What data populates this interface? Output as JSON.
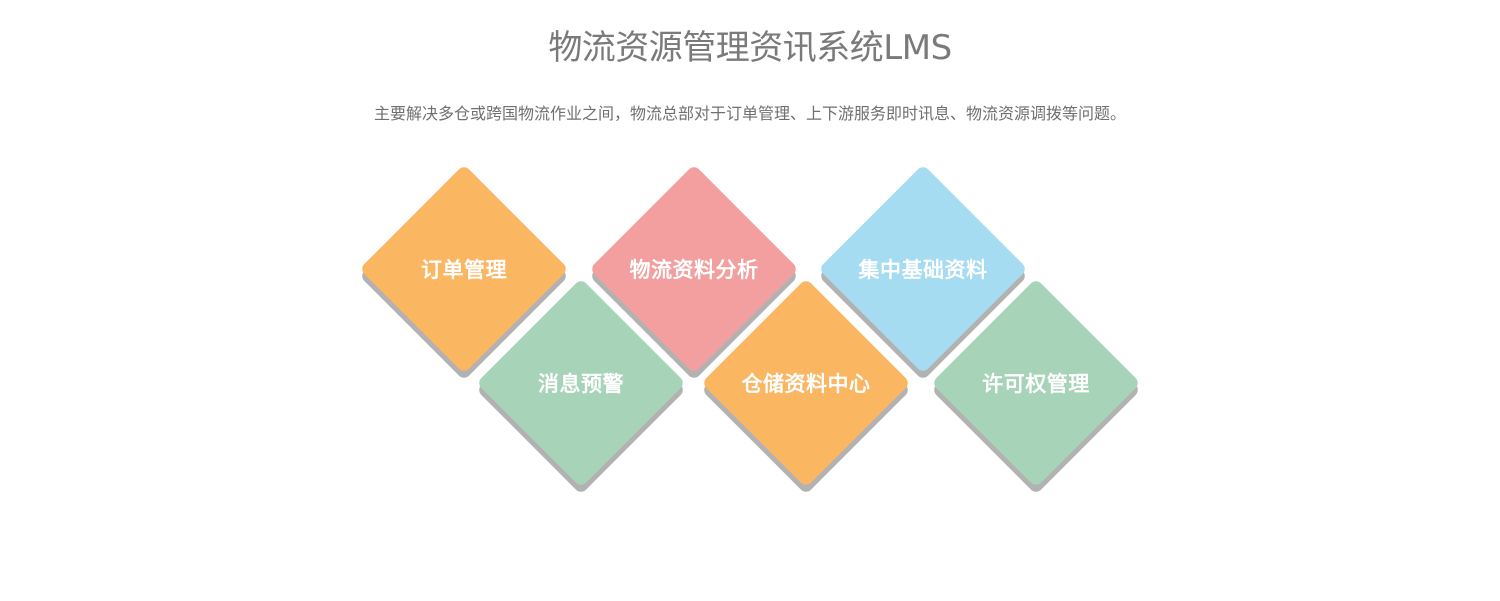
{
  "header": {
    "title": "物流资源管理资讯系统LMS",
    "subtitle": "主要解决多仓或跨国物流作业之间，物流总部对于订单管理、上下游服务即时讯息、物流资源调拨等问题。"
  },
  "colors": {
    "orange": "#fbb661",
    "pink": "#f39f9f",
    "blue": "#a5dcf1",
    "green": "#a7d3b8",
    "shadow": "#b2b2b2",
    "title_text": "#7a7a7a"
  },
  "modules": [
    {
      "label": "订单管理",
      "color": "#fbb661",
      "row": "top"
    },
    {
      "label": "消息预警",
      "color": "#a7d3b8",
      "row": "bottom"
    },
    {
      "label": "物流资料分析",
      "color": "#f39f9f",
      "row": "top"
    },
    {
      "label": "仓储资料中心",
      "color": "#fbb661",
      "row": "bottom"
    },
    {
      "label": "集中基础资料",
      "color": "#a5dcf1",
      "row": "top"
    },
    {
      "label": "许可权管理",
      "color": "#a7d3b8",
      "row": "bottom"
    }
  ]
}
